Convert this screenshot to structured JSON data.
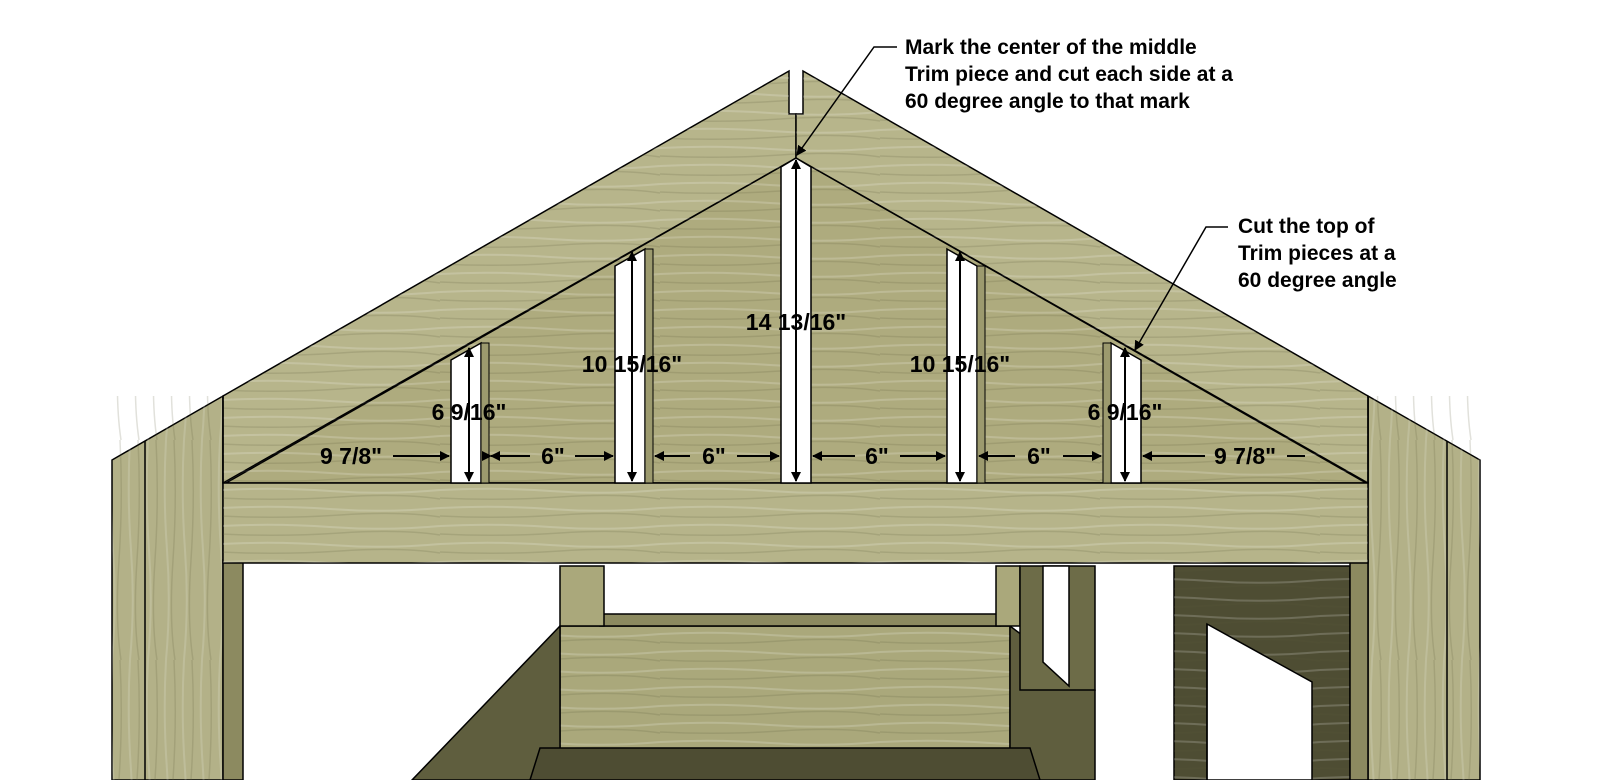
{
  "colors": {
    "wood_light": "#b6b48a",
    "wood_mid": "#a3a273",
    "wood_panel": "#aeab7e",
    "wood_dark": "#5f5e3e",
    "wood_darker": "#4e4d33",
    "trim": "#ffffff",
    "line": "#000000"
  },
  "callouts": {
    "center_mark": {
      "lines": [
        "Mark the center of the middle",
        "Trim piece and cut each side at a",
        "60 degree angle to that mark"
      ]
    },
    "top_cut": {
      "lines": [
        "Cut the top of",
        "Trim pieces at a",
        "60 degree angle"
      ]
    }
  },
  "dimensions": {
    "heights": [
      "6 9/16\"",
      "10 15/16\"",
      "14 13/16\"",
      "10 15/16\"",
      "6 9/16\""
    ],
    "spacings": [
      "9 7/8\"",
      "6\"",
      "6\"",
      "6\"",
      "6\"",
      "9 7/8\""
    ]
  }
}
